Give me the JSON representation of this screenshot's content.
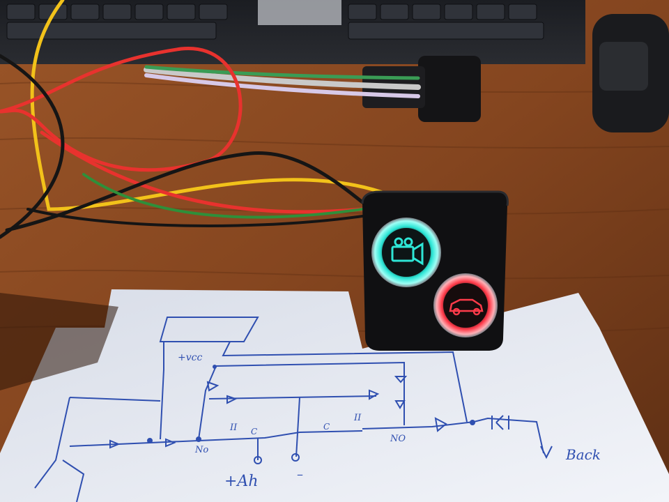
{
  "scene": {
    "description_tags": [
      "desk",
      "keyboard",
      "wiring-harness",
      "button-panel",
      "schematic-sketch"
    ]
  },
  "panel": {
    "button_top": {
      "icon": "video-camera-icon",
      "glow_color": "#2ee6d6"
    },
    "button_bottom": {
      "icon": "car-icon",
      "glow_color": "#ff3b4a"
    }
  },
  "sketch": {
    "labels": {
      "vcc": "+vcc",
      "nc_left": "No",
      "nc_right": "NO",
      "c_left": "C",
      "c_right": "C",
      "ign": "+Ah",
      "minus": "–",
      "back": "Back",
      "coil_left": "II",
      "coil_right": "II"
    }
  },
  "colors": {
    "desk": "#8a4a22",
    "paper": "#e9ecf3",
    "ink": "#2f4fb0",
    "wire_red": "#e8322e",
    "wire_yellow": "#f2c21a",
    "wire_black": "#151515",
    "wire_green": "#2f8f3a"
  }
}
